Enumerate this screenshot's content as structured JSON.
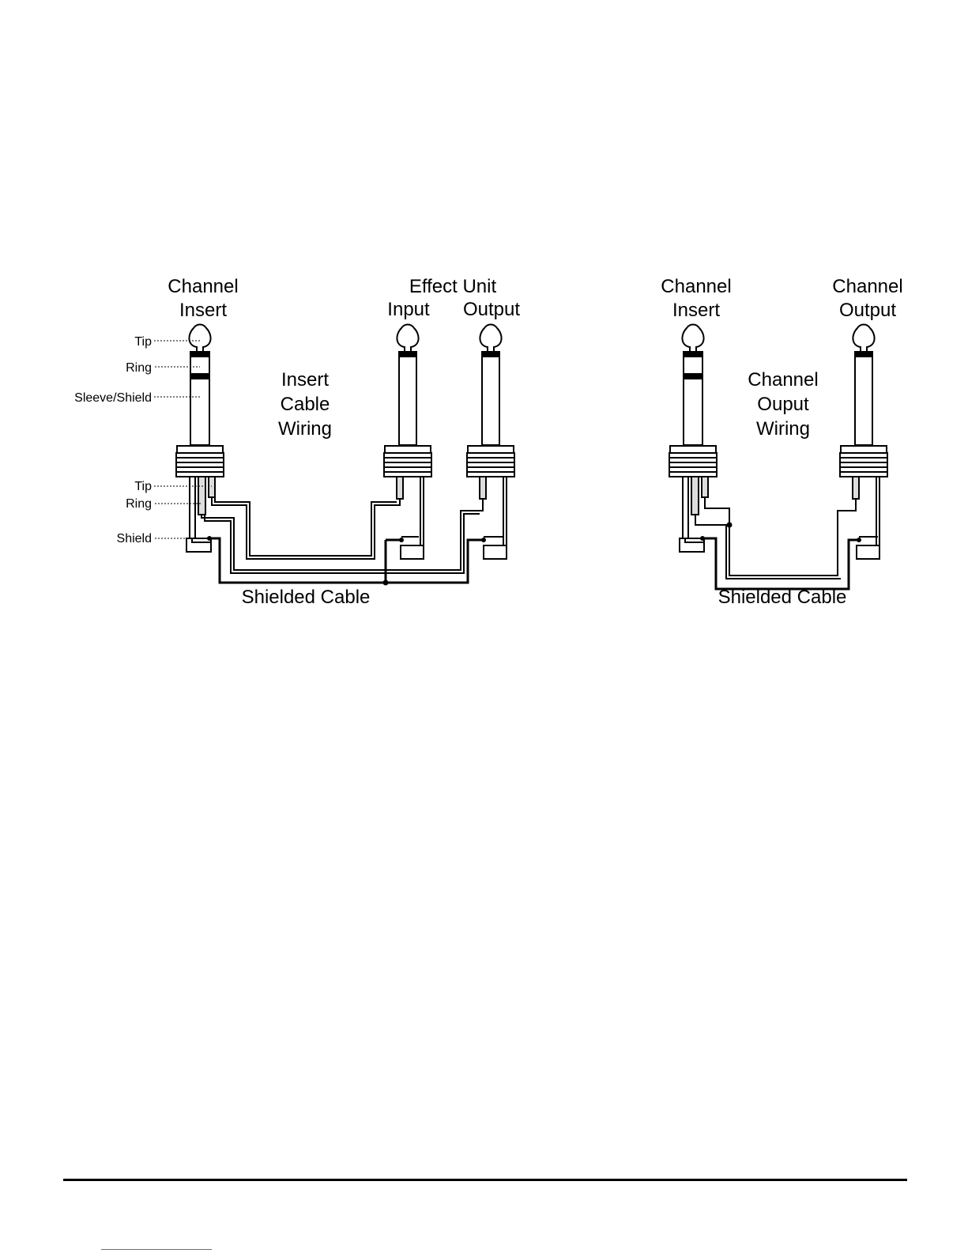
{
  "left_diagram": {
    "header_channel_insert": [
      "Channel",
      "Insert"
    ],
    "header_effect_unit": "Effect Unit",
    "header_input": "Input",
    "header_output": "Output",
    "title": [
      "Insert",
      "Cable",
      "Wiring"
    ],
    "plug_callouts": [
      "Tip",
      "Ring",
      "Sleeve/Shield"
    ],
    "solder_callouts": [
      "Tip",
      "Ring",
      "Shield"
    ],
    "cable_label": "Shielded Cable"
  },
  "right_diagram": {
    "header_channel_insert": [
      "Channel",
      "Insert"
    ],
    "header_channel_output": [
      "Channel",
      "Output"
    ],
    "title": [
      "Channel",
      "Ouput",
      "Wiring"
    ],
    "cable_label": "Shielded Cable"
  }
}
